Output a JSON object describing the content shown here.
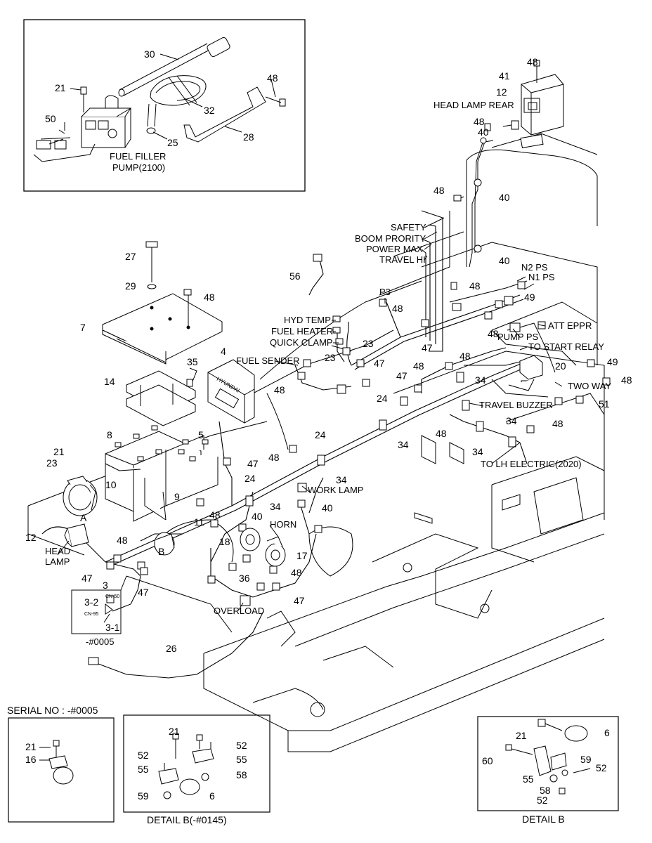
{
  "labels": {
    "head_lamp_rear": "HEAD LAMP REAR",
    "fuel_filler_pump": [
      "FUEL FILLER",
      "PUMP(2100)"
    ],
    "safety": "SAFETY",
    "boom_priority": "BOOM PRORITY",
    "power_max": "POWER MAX",
    "travel_hi": "TRAVEL HI",
    "n2_ps": "N2 PS",
    "n1_ps": "N1 PS",
    "p3": "P3",
    "hyd_temp": "HYD TEMP",
    "fuel_heater": "FUEL HEATER",
    "quick_clamp": "QUICK CLAMP",
    "att_eppr": "ATT EPPR",
    "pump_ps": "PUMP PS",
    "to_start_relay": "TO START RELAY",
    "fuel_sender": "FUEL SENDER",
    "two_way": "TWO WAY",
    "travel_buzzer": "TRAVEL BUZZER",
    "to_lh_electric": "TO LH ELECTRIC(2020)",
    "work_lamp": "WORK LAMP",
    "horn": "HORN",
    "head_lamp": [
      "HEAD",
      "LAMP"
    ],
    "overload": "OVERLOAD",
    "cn50": "CN-50",
    "cn95": "CN-95",
    "serial_range": "-#0005",
    "detail_a": "A",
    "detail_b_marker": "B",
    "hyundai": "HYUNDAI"
  },
  "callouts": {
    "fuel_pump_box": [
      "30",
      "21",
      "32",
      "48",
      "50",
      "28",
      "25"
    ],
    "head_lamp_rear": [
      "48",
      "41",
      "12",
      "48",
      "40",
      "48",
      "40",
      "40"
    ],
    "main": [
      "27",
      "29",
      "48",
      "7",
      "56",
      "48",
      "49",
      "48",
      "47",
      "4",
      "35",
      "14",
      "23",
      "23",
      "47",
      "47",
      "48",
      "48",
      "48",
      "20",
      "49",
      "48",
      "51",
      "48",
      "48",
      "34",
      "24",
      "34",
      "8",
      "5",
      "21",
      "23",
      "10",
      "47",
      "48",
      "24",
      "34",
      "9",
      "48",
      "24",
      "34",
      "40",
      "11",
      "40",
      "12",
      "48",
      "18",
      "17",
      "48",
      "36",
      "47",
      "47",
      "3",
      "47",
      "3-2",
      "3-1",
      "26",
      "48",
      "34",
      "34"
    ]
  },
  "panels": {
    "serial": {
      "caption": "SERIAL NO : -#0005",
      "callouts": [
        "21",
        "16"
      ]
    },
    "detail_b_0145": {
      "caption": "DETAIL B(-#0145)",
      "callouts": [
        "21",
        "52",
        "52",
        "55",
        "55",
        "58",
        "59",
        "6"
      ]
    },
    "detail_b": {
      "caption": "DETAIL B",
      "callouts": [
        "21",
        "6",
        "60",
        "59",
        "52",
        "55",
        "58",
        "52"
      ]
    }
  }
}
